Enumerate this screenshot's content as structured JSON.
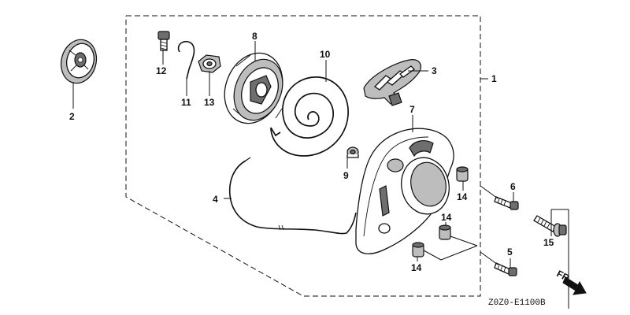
{
  "labels": {
    "p1": "1",
    "p2": "2",
    "p3": "3",
    "p4": "4",
    "p5": "5",
    "p6": "6",
    "p7": "7",
    "p8": "8",
    "p9": "9",
    "p10": "10",
    "p11": "11",
    "p12": "12",
    "p13": "13",
    "p14a": "14",
    "p14b": "14",
    "p14c": "14",
    "p15": "15"
  },
  "front_marker": "FR.",
  "diagram_code": "Z0Z0-E1100B",
  "icons": [
    "front-direction-arrow-icon"
  ]
}
